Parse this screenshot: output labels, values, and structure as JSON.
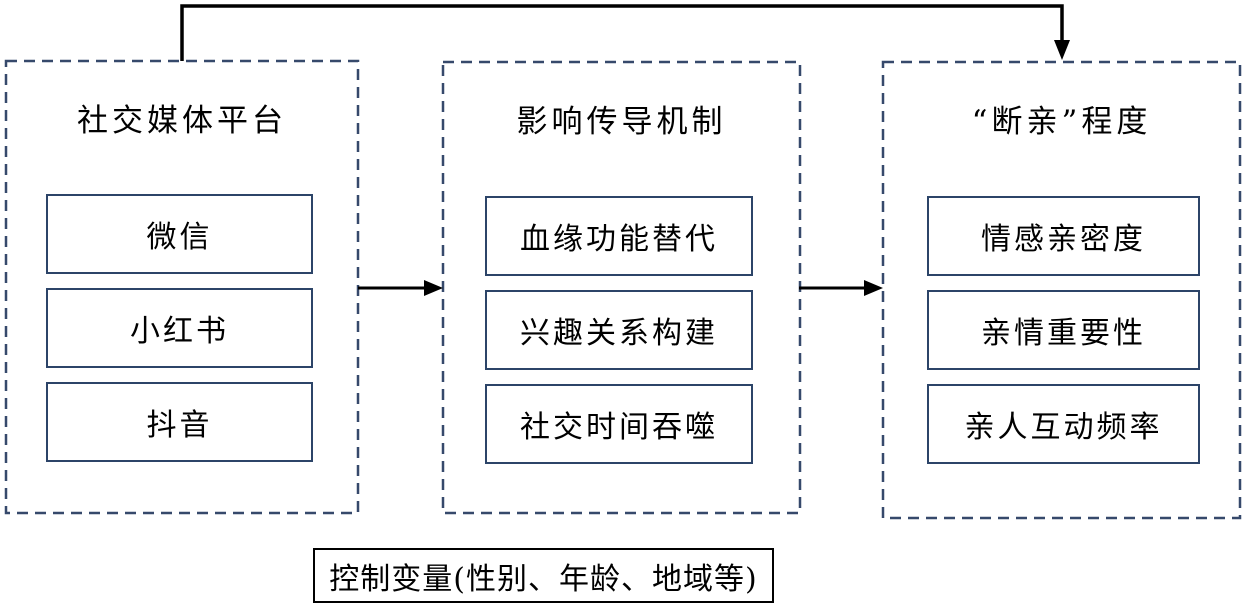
{
  "diagram": {
    "type": "research-model-flowchart",
    "columns": [
      {
        "id": "social-media-platform",
        "title": "社交媒体平台",
        "items": [
          "微信",
          "小红书",
          "抖音"
        ]
      },
      {
        "id": "influence-mechanism",
        "title": "影响传导机制",
        "items": [
          "血缘功能替代",
          "兴趣关系构建",
          "社交时间吞噬"
        ]
      },
      {
        "id": "duanqin-degree",
        "title": "“断亲”程度",
        "items": [
          "情感亲密度",
          "亲情重要性",
          "亲人互动频率"
        ]
      }
    ],
    "control_box": {
      "label": "控制变量(性别、年龄、地域等)"
    },
    "arrows": [
      {
        "name": "feedback-arrow-top",
        "from": "social-media-platform",
        "to": "duanqin-degree"
      },
      {
        "name": "arrow-left-to-middle",
        "from": "social-media-platform",
        "to": "influence-mechanism"
      },
      {
        "name": "arrow-middle-to-right",
        "from": "influence-mechanism",
        "to": "duanqin-degree"
      }
    ],
    "colors": {
      "dashed_border": "#36496b",
      "inner_box_border": "#2c4468",
      "arrow": "#000000",
      "text": "#000000",
      "control_box_border": "#000000",
      "background": "#ffffff"
    }
  }
}
